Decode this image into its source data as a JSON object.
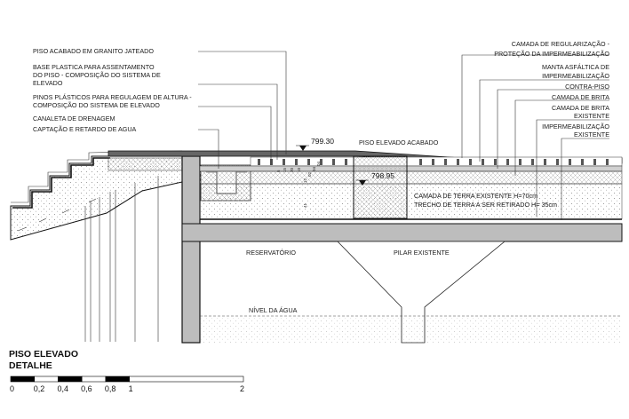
{
  "title": {
    "line1": "PISO ELEVADO",
    "line2": "DETALHE"
  },
  "labels_left": [
    "PISO ACABADO EM GRANITO JATEADO",
    "BASE PLASTICA PARA ASSENTAMENTO",
    "DO PISO - COMPOSIÇÃO DO SISTEMA DE",
    "ELEVADO",
    "PINOS PLÁSTICOS PARA REGULAGEM DE ALTURA -",
    "COMPOSIÇÃO DO SISTEMA DE ELEVADO",
    "CANALETA DE DRENAGEM",
    "CAPTAÇÃO E RETARDO DE AGUA"
  ],
  "labels_right": [
    "CAMADA DE REGULARIZAÇÃO -",
    "PROTEÇÃO DA IMPERMEABILIZAÇÃO",
    "MANTA ASFÁLTICA DE",
    "IMPERMEABILIZAÇÃO",
    "CONTRA-PISO",
    "CAMADA DE BRITA",
    "CAMADA DE BRITA",
    "EXISTENTE",
    "IMPERMEABILIZAÇÃO",
    "EXISTENTE"
  ],
  "elevations": {
    "top": "799.30",
    "lower": "798.95"
  },
  "section_labels": {
    "piso_elevado": "PISO ELEVADO ACABADO",
    "terra_1": "CAMADA DE TERRA EXISTENTE H=70cm",
    "terra_2": "TRECHO DE TERRA A SER RETIRADO H= 35cm",
    "reservatorio": "RESERVATÓRIO",
    "pilar": "PILAR EXISTENTE",
    "nivel_agua": "NÍVEL DA ÁGUA"
  },
  "dimensions": [
    "5",
    "15",
    "20",
    "10",
    "12",
    "02",
    "04",
    "04",
    "41"
  ],
  "scale_bar": {
    "ticks": [
      "0",
      "0,2",
      "0,4",
      "0,6",
      "0,8",
      "1",
      "2"
    ],
    "tick_values": [
      0,
      0.2,
      0.4,
      0.6,
      0.8,
      1,
      2
    ]
  }
}
